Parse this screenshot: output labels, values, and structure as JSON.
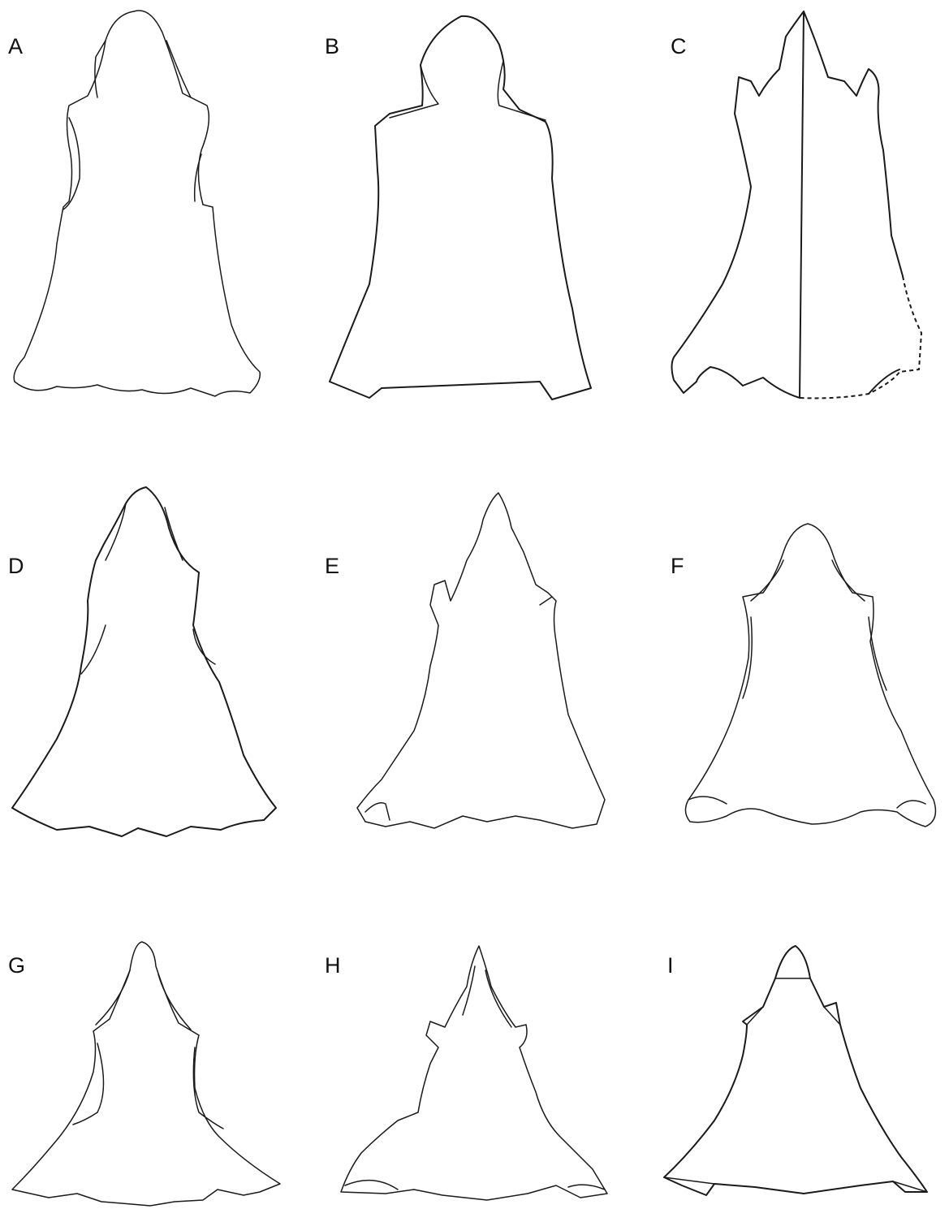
{
  "panels": [
    {
      "label": "A"
    },
    {
      "label": "B"
    },
    {
      "label": "C"
    },
    {
      "label": "D"
    },
    {
      "label": "E"
    },
    {
      "label": "F"
    },
    {
      "label": "G"
    },
    {
      "label": "H"
    },
    {
      "label": "I"
    }
  ],
  "colors": {
    "line": "#1a1a1a",
    "background": "#ffffff"
  }
}
